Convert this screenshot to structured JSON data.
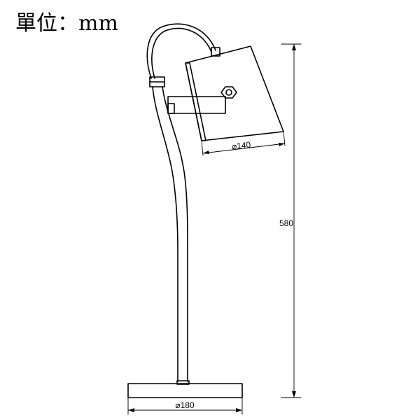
{
  "unit_label": "單位：mm",
  "dimensions": {
    "shade_diameter": "⌀140",
    "total_height": "580",
    "base_diameter": "⌀180"
  }
}
